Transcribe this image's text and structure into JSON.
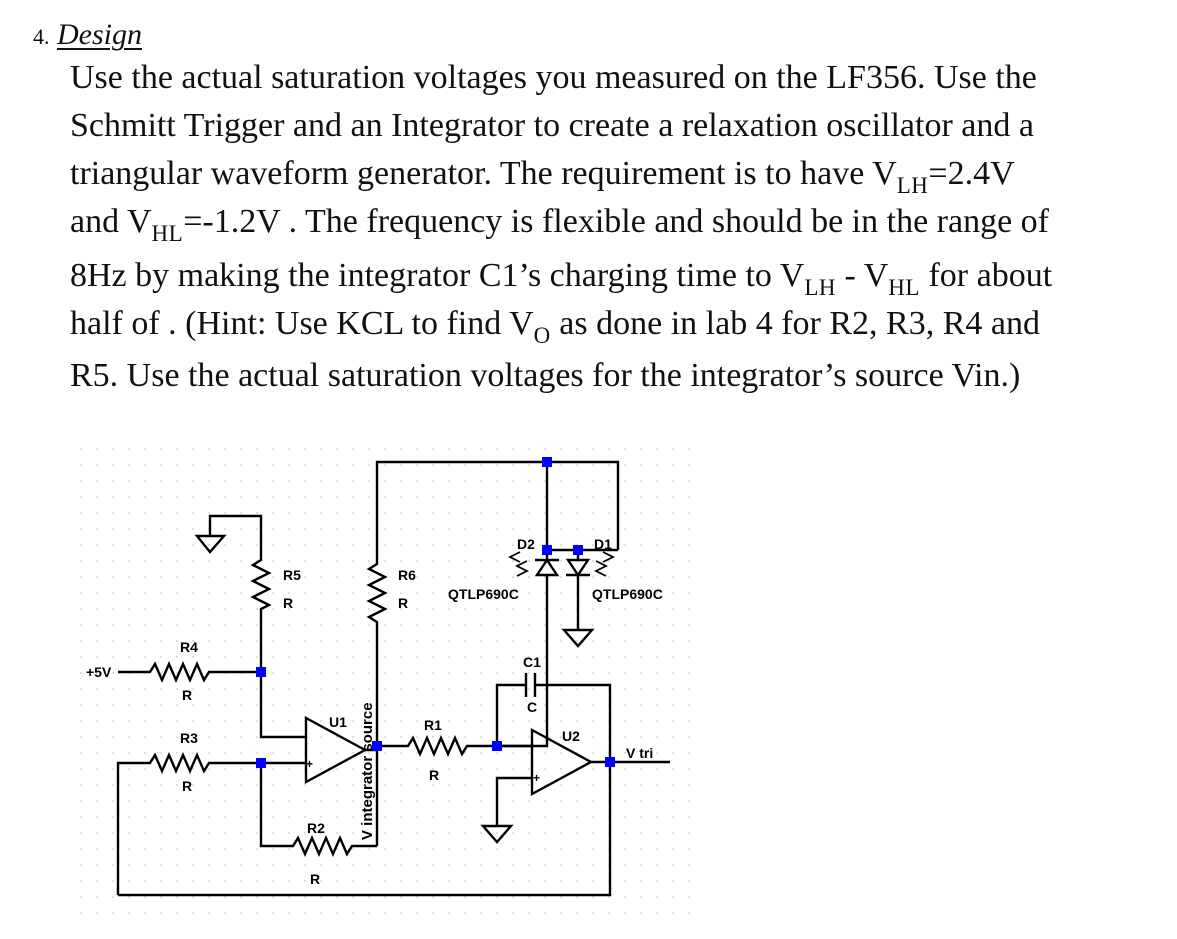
{
  "heading": {
    "number": "4.",
    "title": "Design"
  },
  "paragraph": {
    "line1": "Use the actual saturation voltages you measured on the LF356. Use the",
    "line2": "Schmitt Trigger and an Integrator to create a relaxation oscillator and a",
    "line3_a": "triangular waveform generator. The requirement is to have V",
    "line3_sub": "LH",
    "line3_b": "=2.4V",
    "line4_a": "and V",
    "line4_sub": "HL",
    "line4_b": "=-1.2V . The frequency is flexible and should be in the range of",
    "line5_a": "8Hz by making the integrator C1’s charging time to V",
    "line5_sub1": "LH",
    "line5_b": " - V",
    "line5_sub2": "HL",
    "line5_c": " for about",
    "line6_a": "half of  . (Hint: Use KCL to find V",
    "line6_sub": "O",
    "line6_b": " as done in lab 4 for R2, R3, R4 and",
    "line7": "R5. Use the actual saturation voltages for the integrator’s source Vin.)"
  },
  "schematic": {
    "labels": {
      "r5": "R5",
      "r5_value": "R",
      "r6": "R6",
      "r6_value": "R",
      "r4": "R4",
      "r4_value": "R",
      "r3": "R3",
      "r3_value": "R",
      "r2": "R2",
      "r2_value": "R",
      "r1": "R1",
      "r1_value": "R",
      "d2": "D2",
      "d2_model": "QTLP690C",
      "d1": "D1",
      "d1_model": "QTLP690C",
      "c1": "C1",
      "c1_value": "C",
      "u1": "U1",
      "u2": "U2",
      "source_5v": "+5V",
      "net_integrator": "V integrator source",
      "net_tri": "V tri",
      "plus": "+"
    }
  }
}
